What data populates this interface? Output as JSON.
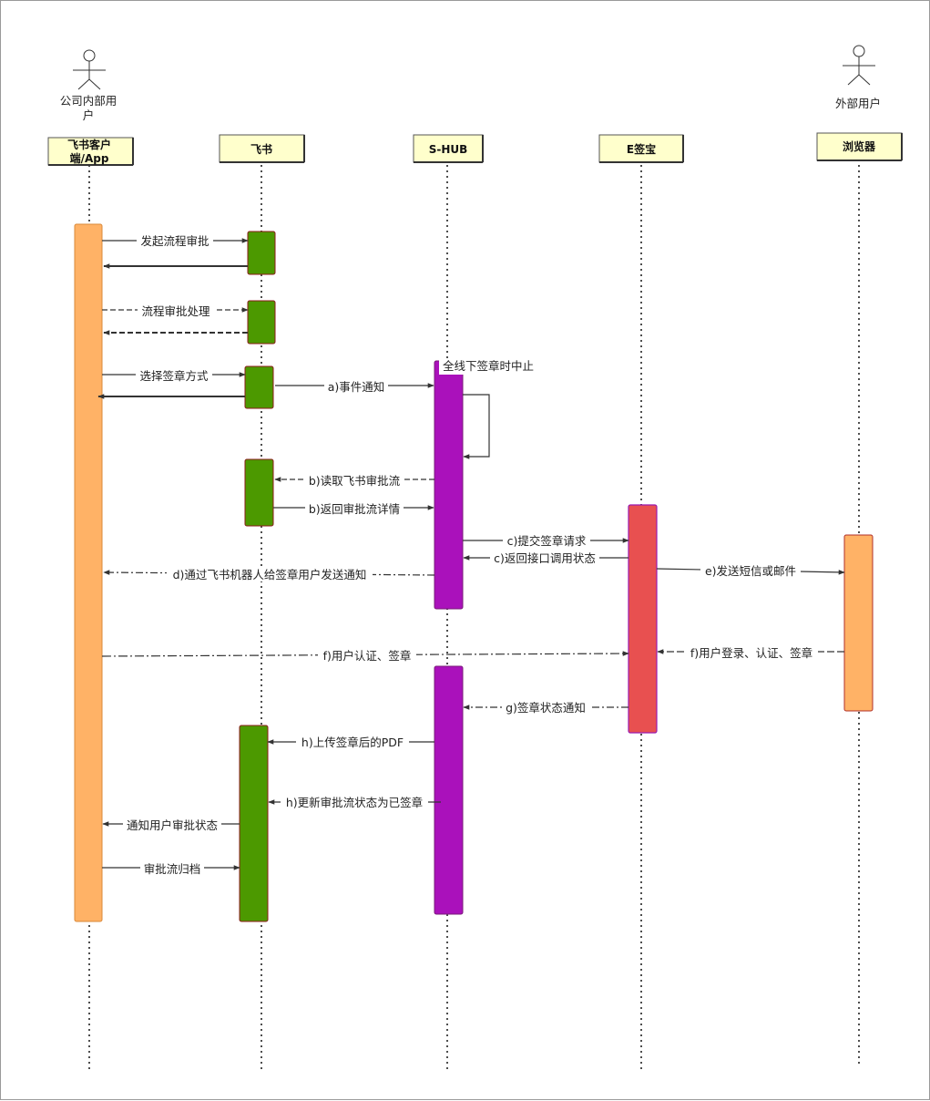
{
  "actors": [
    {
      "id": "internal",
      "label_lines": [
        "公司内部用",
        "户"
      ]
    },
    {
      "id": "external",
      "label_lines": [
        "外部用户"
      ]
    }
  ],
  "participants": [
    {
      "id": "feishu_client",
      "label_lines": [
        "飞书客户",
        "端/App"
      ]
    },
    {
      "id": "feishu",
      "label_lines": [
        "飞书"
      ]
    },
    {
      "id": "shub",
      "label_lines": [
        "S-HUB"
      ]
    },
    {
      "id": "esign",
      "label_lines": [
        "E签宝"
      ]
    },
    {
      "id": "browser",
      "label_lines": [
        "浏览器"
      ]
    }
  ],
  "note": "全线下签章时中止",
  "messages": [
    {
      "id": "m1",
      "label": "发起流程审批",
      "from": "feishu_client",
      "to": "feishu",
      "style": "solid"
    },
    {
      "id": "m2",
      "label": "流程审批处理",
      "from": "feishu_client",
      "to": "feishu",
      "style": "dashed"
    },
    {
      "id": "m3",
      "label": "选择签章方式",
      "from": "feishu_client",
      "to": "feishu",
      "style": "solid"
    },
    {
      "id": "m4",
      "label": "a)事件通知",
      "from": "feishu",
      "to": "shub",
      "style": "solid"
    },
    {
      "id": "m5",
      "label": "b)读取飞书审批流",
      "from": "shub",
      "to": "feishu",
      "style": "dashed"
    },
    {
      "id": "m6",
      "label": "b)返回审批流详情",
      "from": "feishu",
      "to": "shub",
      "style": "solid"
    },
    {
      "id": "m7",
      "label": "c)提交签章请求",
      "from": "shub",
      "to": "esign",
      "style": "solid"
    },
    {
      "id": "m8",
      "label": "c)返回接口调用状态",
      "from": "esign",
      "to": "shub",
      "style": "solid"
    },
    {
      "id": "m9",
      "label": "d)通过飞书机器人给签章用户发送通知",
      "from": "shub",
      "to": "feishu_client",
      "style": "dashed"
    },
    {
      "id": "m10",
      "label": "e)发送短信或邮件",
      "from": "esign",
      "to": "browser",
      "style": "solid"
    },
    {
      "id": "m11",
      "label": "f)用户认证、签章",
      "from": "feishu_client",
      "to": "esign",
      "style": "dashed"
    },
    {
      "id": "m12",
      "label": "f)用户登录、认证、签章",
      "from": "browser",
      "to": "esign",
      "style": "dashed"
    },
    {
      "id": "m13",
      "label": "g)签章状态通知",
      "from": "esign",
      "to": "shub",
      "style": "dashed"
    },
    {
      "id": "m14",
      "label": "h)上传签章后的PDF",
      "from": "shub",
      "to": "feishu",
      "style": "solid"
    },
    {
      "id": "m15",
      "label": "h)更新审批流状态为已签章",
      "from": "shub",
      "to": "feishu",
      "style": "solid"
    },
    {
      "id": "m16",
      "label": "通知用户审批状态",
      "from": "feishu",
      "to": "feishu_client",
      "style": "solid"
    },
    {
      "id": "m17",
      "label": "审批流归档",
      "from": "feishu_client",
      "to": "feishu",
      "style": "solid"
    }
  ],
  "colors": {
    "orange": "#FFB266",
    "green": "#4C9900",
    "purple": "#AA11BB",
    "red": "#E85050",
    "header_fill": "#FFFFCC",
    "line": "#333333"
  }
}
